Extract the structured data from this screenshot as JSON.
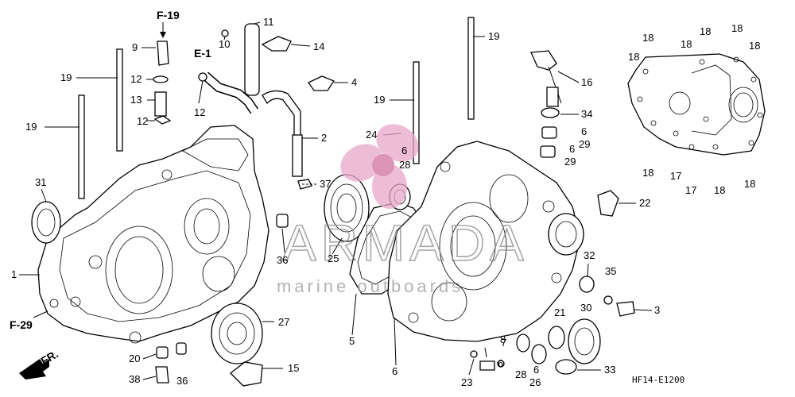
{
  "diagram": {
    "code": "HF14-E1200",
    "watermark": {
      "brand": "ARMADA",
      "tagline": "marine outboards"
    },
    "refs": [
      {
        "key": "f19",
        "text": "F-19"
      },
      {
        "key": "e1",
        "text": "E-1"
      },
      {
        "key": "f29",
        "text": "F-29"
      },
      {
        "key": "fr",
        "text": "FR."
      }
    ],
    "callouts": [
      {
        "key": "c11",
        "text": "11"
      },
      {
        "key": "c14",
        "text": "14"
      },
      {
        "key": "c4",
        "text": "4"
      },
      {
        "key": "c2",
        "text": "2"
      },
      {
        "key": "c37",
        "text": "37"
      },
      {
        "key": "c9",
        "text": "9"
      },
      {
        "key": "c10",
        "text": "10"
      },
      {
        "key": "c12a",
        "text": "12"
      },
      {
        "key": "c12b",
        "text": "12"
      },
      {
        "key": "c12c",
        "text": "12"
      },
      {
        "key": "c13",
        "text": "13"
      },
      {
        "key": "c19a",
        "text": "19"
      },
      {
        "key": "c19b",
        "text": "19"
      },
      {
        "key": "c19c",
        "text": "19"
      },
      {
        "key": "c19d",
        "text": "19"
      },
      {
        "key": "c31",
        "text": "31"
      },
      {
        "key": "c1",
        "text": "1"
      },
      {
        "key": "c36a",
        "text": "36"
      },
      {
        "key": "c36b",
        "text": "36"
      },
      {
        "key": "c25",
        "text": "25"
      },
      {
        "key": "c27",
        "text": "27"
      },
      {
        "key": "c20",
        "text": "20"
      },
      {
        "key": "c38",
        "text": "38"
      },
      {
        "key": "c15",
        "text": "15"
      },
      {
        "key": "c24",
        "text": "24"
      },
      {
        "key": "c6a",
        "text": "6"
      },
      {
        "key": "c28a",
        "text": "28"
      },
      {
        "key": "c5",
        "text": "5"
      },
      {
        "key": "c6b",
        "text": "6"
      },
      {
        "key": "c16",
        "text": "16"
      },
      {
        "key": "c34",
        "text": "34"
      },
      {
        "key": "c6c",
        "text": "6"
      },
      {
        "key": "c29a",
        "text": "29"
      },
      {
        "key": "c6d",
        "text": "6"
      },
      {
        "key": "c29b",
        "text": "29"
      },
      {
        "key": "c22",
        "text": "22"
      },
      {
        "key": "c32",
        "text": "32"
      },
      {
        "key": "c35",
        "text": "35"
      },
      {
        "key": "c3",
        "text": "3"
      },
      {
        "key": "c30",
        "text": "30"
      },
      {
        "key": "c21",
        "text": "21"
      },
      {
        "key": "c7",
        "text": "7"
      },
      {
        "key": "c8",
        "text": "8"
      },
      {
        "key": "c6e",
        "text": "6"
      },
      {
        "key": "c28b",
        "text": "28"
      },
      {
        "key": "c6f",
        "text": "6"
      },
      {
        "key": "c26",
        "text": "26"
      },
      {
        "key": "c23",
        "text": "23"
      },
      {
        "key": "c33",
        "text": "33"
      },
      {
        "key": "c18a",
        "text": "18"
      },
      {
        "key": "c18b",
        "text": "18"
      },
      {
        "key": "c18c",
        "text": "18"
      },
      {
        "key": "c18d",
        "text": "18"
      },
      {
        "key": "c18e",
        "text": "18"
      },
      {
        "key": "c18f",
        "text": "18"
      },
      {
        "key": "c18g",
        "text": "18"
      },
      {
        "key": "c18h",
        "text": "18"
      },
      {
        "key": "c18i",
        "text": "18"
      },
      {
        "key": "c17a",
        "text": "17"
      },
      {
        "key": "c17b",
        "text": "17"
      }
    ]
  }
}
